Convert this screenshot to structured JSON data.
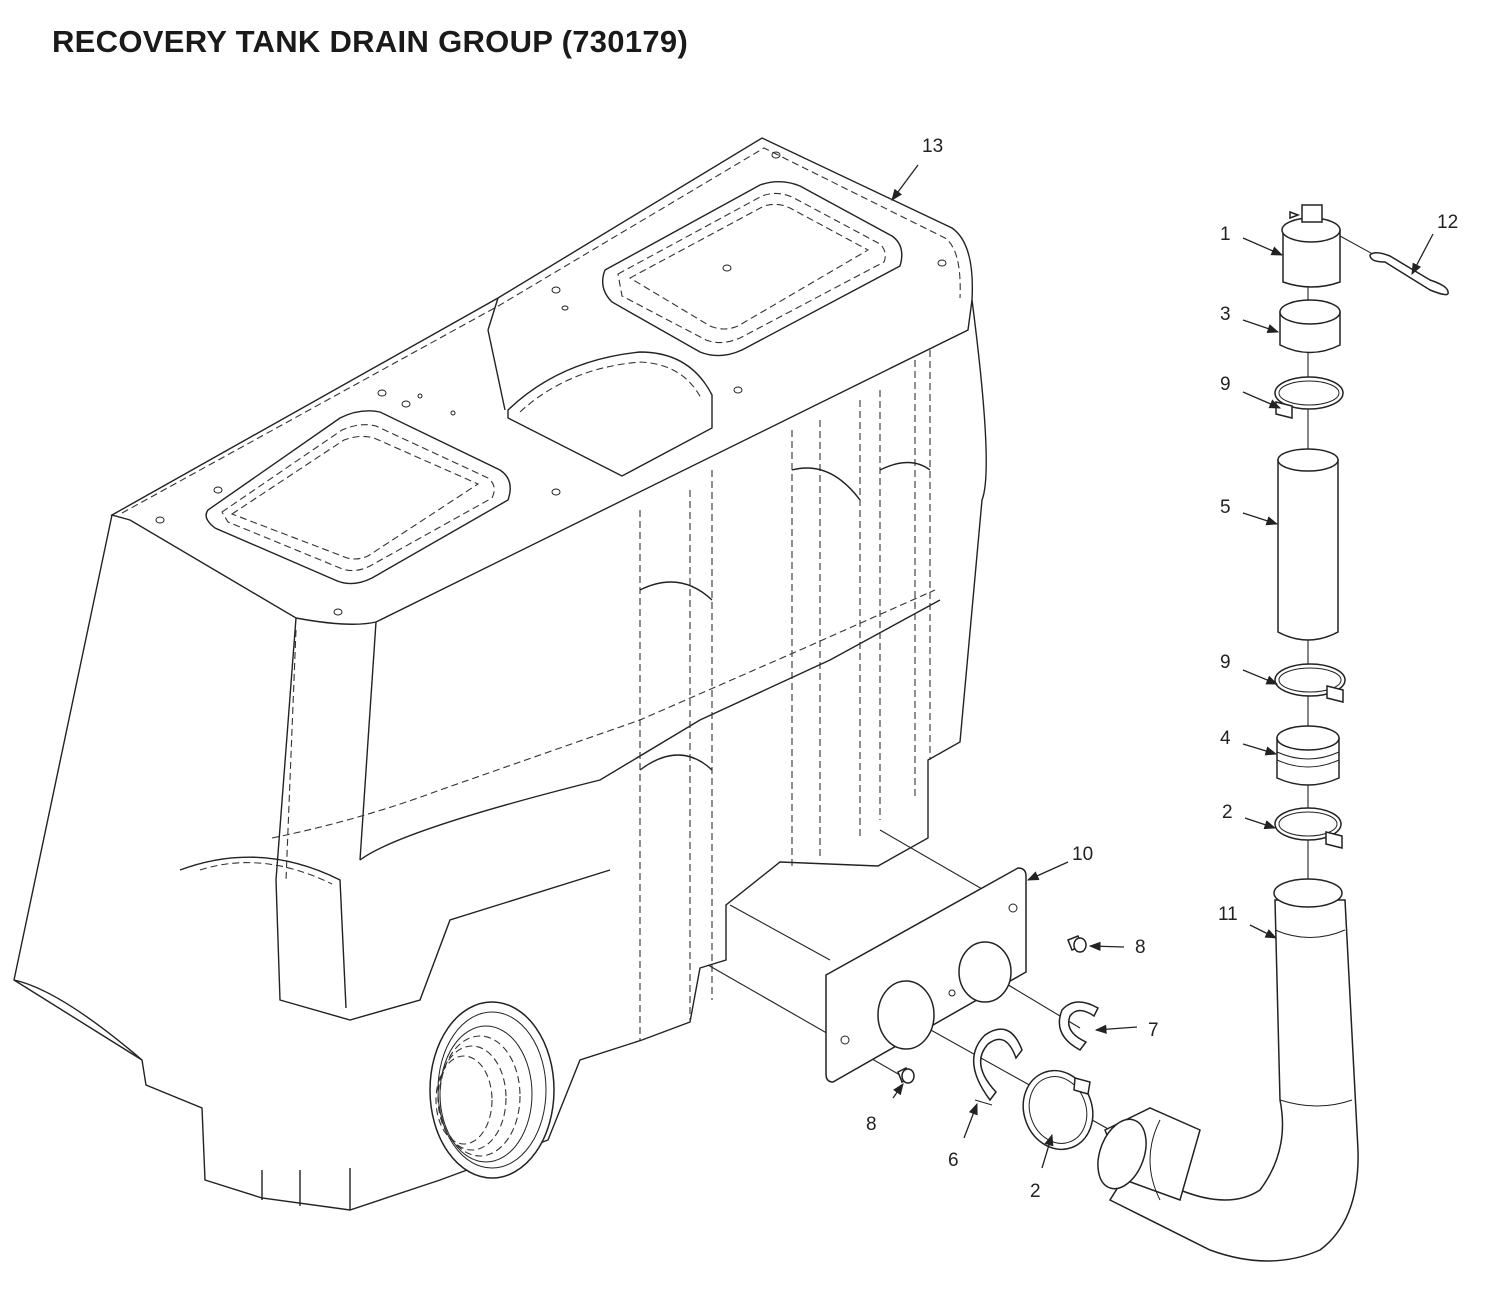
{
  "title": "RECOVERY TANK DRAIN GROUP (730179)",
  "callouts": {
    "c1": "1",
    "c2a": "2",
    "c2b": "2",
    "c3": "3",
    "c4": "4",
    "c5": "5",
    "c6": "6",
    "c7": "7",
    "c8a": "8",
    "c8b": "8",
    "c9a": "9",
    "c9b": "9",
    "c10": "10",
    "c11": "11",
    "c12": "12",
    "c13": "13"
  }
}
